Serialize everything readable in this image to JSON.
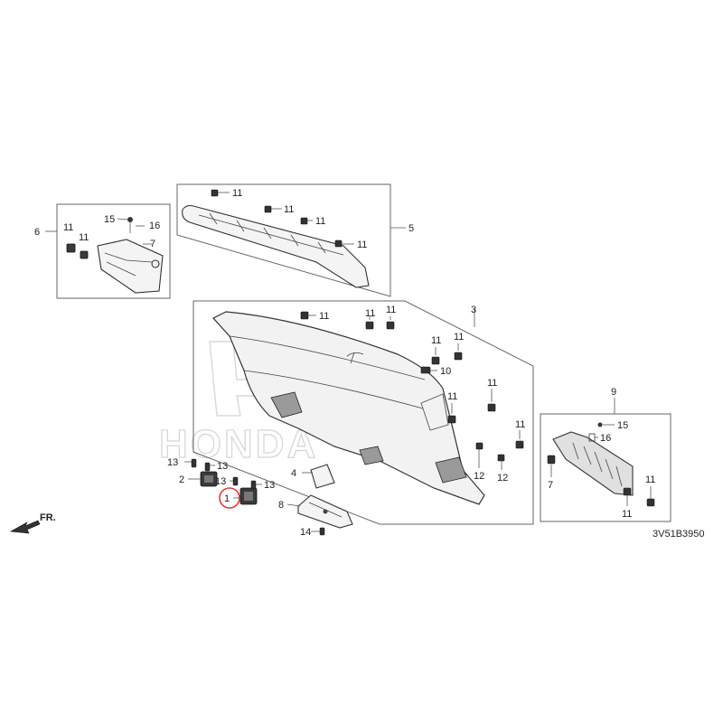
{
  "diagram": {
    "watermark": "HONDA",
    "code": "3V51B3950",
    "fr_label": "FR.",
    "highlight_color": "#e53935",
    "labels": {
      "l1": "1",
      "l2": "2",
      "l3": "3",
      "l4": "4",
      "l5": "5",
      "l6": "6",
      "l7": "7",
      "l8": "8",
      "l9": "9",
      "l10": "10",
      "l11": "11",
      "l12": "12",
      "l13": "13",
      "l14": "14",
      "l15": "15",
      "l16": "16"
    }
  }
}
